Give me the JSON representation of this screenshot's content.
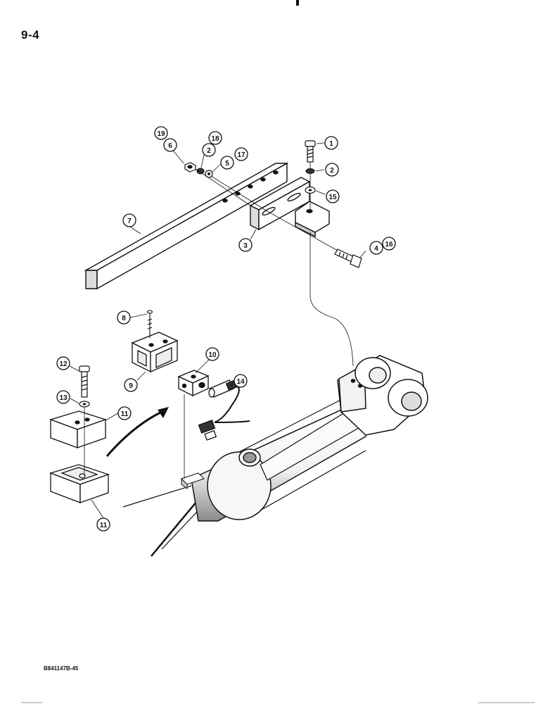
{
  "page": {
    "number": "9-4",
    "figure_code": "B841147B-45"
  },
  "callouts": {
    "c1": "1",
    "c2a": "2",
    "c2b": "2",
    "c3": "3",
    "c4": "4",
    "c5": "5",
    "c6": "6",
    "c7": "7",
    "c8": "8",
    "c9": "9",
    "c10": "10",
    "c11a": "11",
    "c11b": "11",
    "c12": "12",
    "c13": "13",
    "c14": "14",
    "c15": "15",
    "c16": "16",
    "c17": "17",
    "c18": "18",
    "c19": "19"
  }
}
